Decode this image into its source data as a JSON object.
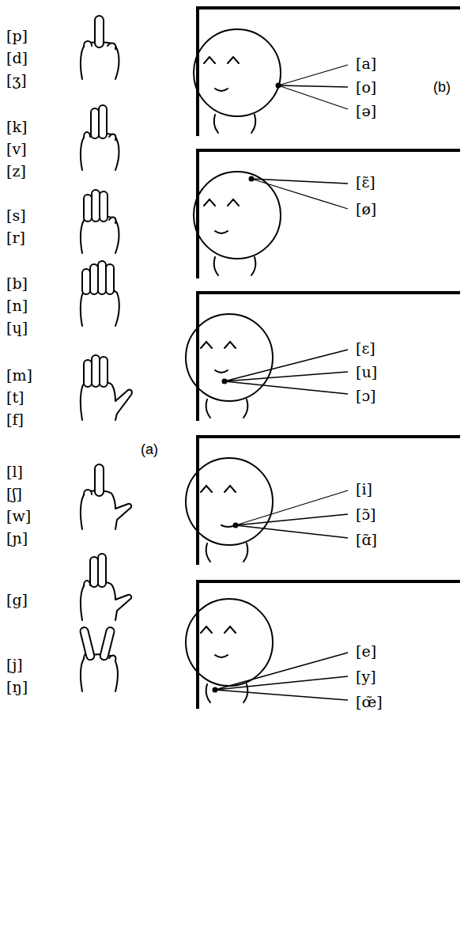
{
  "diagram": {
    "labels": [
      "[p]",
      "[d]",
      "[ʒ]",
      "[k]",
      "[v]",
      "[z]",
      "[s]",
      "[r]",
      "[b]",
      "[n]",
      "[ɥ]",
      "[m]",
      "[t]",
      "[f]",
      "(a)",
      "[l]",
      "[ʃ]",
      "[w]",
      "[ɲ]",
      "[g]",
      "[j]",
      "[ŋ]",
      "[a]",
      "[o]",
      "[ə]",
      "(b)",
      "[ɛ̃]",
      "[ø]",
      "[ɛ]",
      "[u]",
      "[ɔ]",
      "[i]",
      "[ɔ̃]",
      "[ɑ̃]",
      "[e]",
      "[y]",
      "[œ̃]"
    ]
  }
}
